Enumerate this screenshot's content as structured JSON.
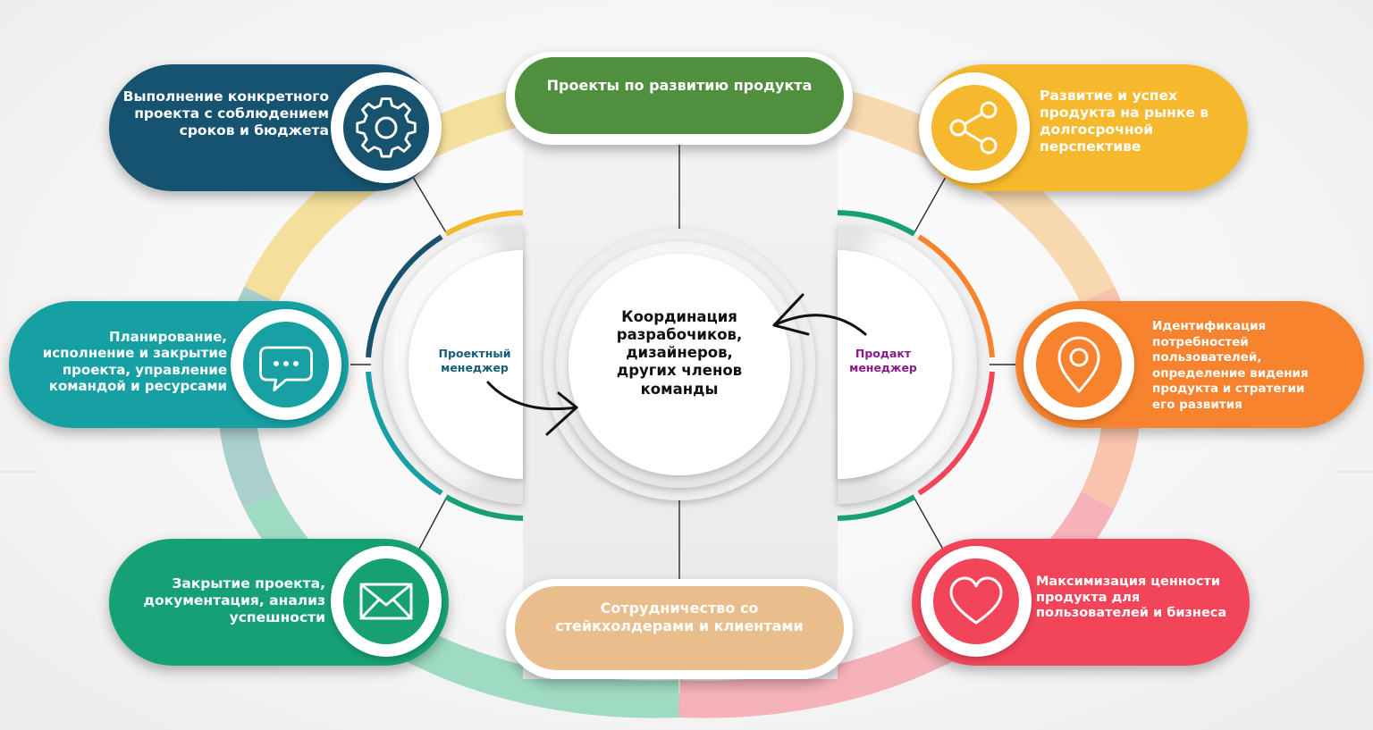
{
  "center": {
    "text": "Координация разрабочиков, дизайнеров, других членов команды"
  },
  "roles": {
    "project_manager": "Проектный менеджер",
    "product_manager": "Продакт менеджер"
  },
  "top_pill": "Проекты по развитию продукта",
  "bottom_pill": "Сотрудничество со стейкхолдерами и клиентами",
  "left_items": [
    {
      "text": "Выполнение конкретного проекта с соблюдением сроков и бюджета",
      "icon": "gear-icon",
      "color": "#17536f"
    },
    {
      "text": "Планирование, исполнение и закрытие проекта, управление командой и ресурсами",
      "icon": "chat-icon",
      "color": "#18a0a4"
    },
    {
      "text": "Закрытие проекта, документация, анализ успешности",
      "icon": "mail-icon",
      "color": "#18a075"
    }
  ],
  "right_items": [
    {
      "text": "Развитие и успех продукта на рынке в долгосрочной перспективе",
      "icon": "share-icon",
      "color": "#f6b92d"
    },
    {
      "text": "Идентификация потребностей пользователей, определение видения продукта и стратегии его развития",
      "icon": "location-pin-icon",
      "color": "#f7832e"
    },
    {
      "text": "Максимизация ценности продукта для пользователей и бизнеса",
      "icon": "heart-icon",
      "color": "#f2455a"
    }
  ],
  "colors": {
    "top_pill": "#4f8f3e",
    "bottom_pill": "#e9bd8c",
    "project_manager_label": "#175d7a",
    "product_manager_label": "#8a1a8c"
  }
}
